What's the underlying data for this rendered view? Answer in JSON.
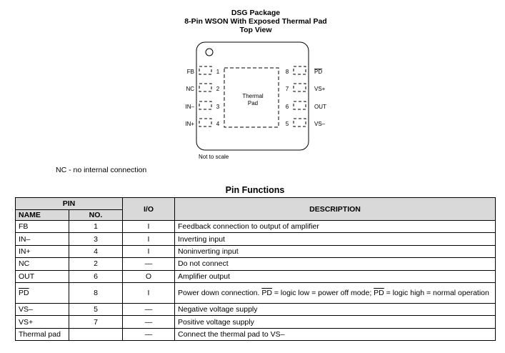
{
  "package": {
    "title_lines": [
      "DSG Package",
      "8-Pin WSON With Exposed Thermal Pad",
      "Top View"
    ],
    "thermal_pad_label": [
      "Thermal",
      "Pad"
    ],
    "scale_note": "Not to scale",
    "left_pins": [
      {
        "name": "FB",
        "number": "1"
      },
      {
        "name": "NC",
        "number": "2"
      },
      {
        "name": "IN–",
        "number": "3"
      },
      {
        "name": "IN+",
        "number": "4"
      }
    ],
    "right_pins": [
      {
        "name": "PD",
        "number": "8"
      },
      {
        "name": "VS+",
        "number": "7"
      },
      {
        "name": "OUT",
        "number": "6"
      },
      {
        "name": "VS–",
        "number": "5"
      }
    ]
  },
  "nc_note": "NC - no internal connection",
  "table": {
    "title": "Pin Functions",
    "headers": {
      "pin": "PIN",
      "name": "NAME",
      "no": "NO.",
      "io": "I/O",
      "description": "DESCRIPTION"
    },
    "rows": [
      {
        "name": "FB",
        "no": "1",
        "io": "I",
        "desc": "Feedback connection to output of amplifier"
      },
      {
        "name": "IN–",
        "no": "3",
        "io": "I",
        "desc": "Inverting input"
      },
      {
        "name": "IN+",
        "no": "4",
        "io": "I",
        "desc": "Noninverting input"
      },
      {
        "name": "NC",
        "no": "2",
        "io": "—",
        "desc": "Do not connect"
      },
      {
        "name": "OUT",
        "no": "6",
        "io": "O",
        "desc": "Amplifier output"
      },
      {
        "name": "PD",
        "no": "8",
        "io": "I",
        "desc_parts": [
          "Power down connection. ",
          "PD",
          " = logic low = power off mode; ",
          "PD",
          " = logic high = normal operation"
        ]
      },
      {
        "name": "VS–",
        "no": "5",
        "io": "—",
        "desc": "Negative voltage supply"
      },
      {
        "name": "VS+",
        "no": "7",
        "io": "—",
        "desc": "Positive voltage supply"
      },
      {
        "name": "Thermal pad",
        "no": "",
        "io": "—",
        "desc": "Connect the thermal pad to VS–"
      }
    ]
  }
}
